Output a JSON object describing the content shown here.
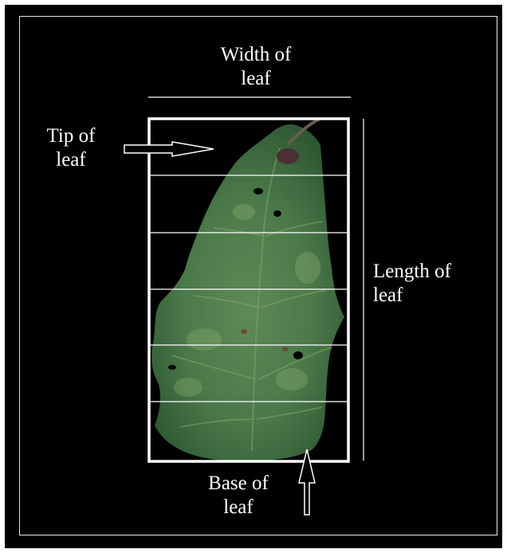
{
  "labels": {
    "width": [
      "Width of",
      "leaf"
    ],
    "tip": [
      "Tip of",
      "leaf"
    ],
    "length": [
      "Length of",
      "leaf"
    ],
    "base": [
      "Base of",
      "leaf"
    ]
  },
  "colors": {
    "background": "#000000",
    "lines": "#ffffff",
    "leaf_dark": "#2f5a33",
    "leaf_mid": "#4a7a48",
    "leaf_light": "#7fa267",
    "spot": "#4a3030"
  }
}
